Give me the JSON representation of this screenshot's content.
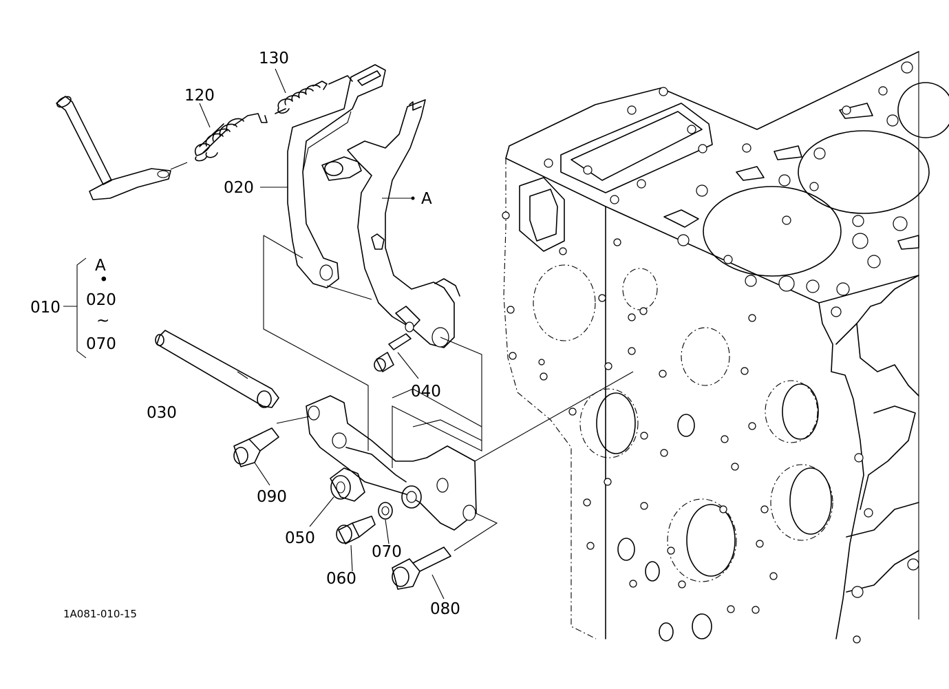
{
  "labels": {
    "p010": "010",
    "p020": "020",
    "p030": "030",
    "p040": "040",
    "p050": "050",
    "p060": "060",
    "p070": "070",
    "p080": "080",
    "p090": "090",
    "p120": "120",
    "p130": "130",
    "ref_a": "A"
  },
  "assembly_bracket": {
    "line1": "A",
    "line2": "•",
    "line3": "020",
    "line4": "~",
    "line5": "070"
  },
  "drawing_code": "1A081-010-15"
}
